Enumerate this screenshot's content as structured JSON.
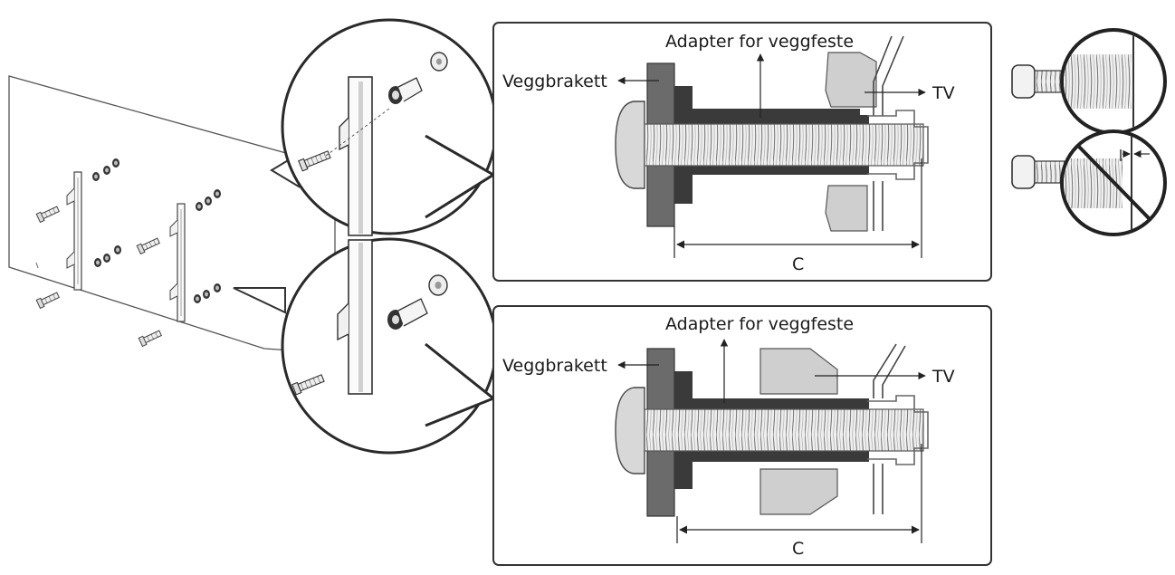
{
  "panels": [
    {
      "adapter_label": "Adapter for veggfeste",
      "bracket_label": "Veggbrakett",
      "tv_label": "TV",
      "dimension_label": "C"
    },
    {
      "adapter_label": "Adapter for veggfeste",
      "bracket_label": "Veggbrakett",
      "tv_label": "TV",
      "dimension_label": "C"
    }
  ],
  "icons": {
    "correct": "correct-screw-length-icon",
    "incorrect": "incorrect-screw-length-icon"
  }
}
